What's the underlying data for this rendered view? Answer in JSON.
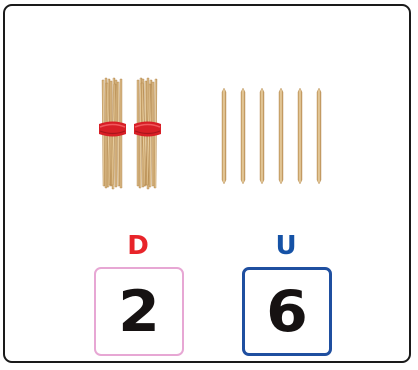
{
  "labels": {
    "tens": {
      "text": "D",
      "color": "#e8242a"
    },
    "units": {
      "text": "U",
      "color": "#1552a6"
    }
  },
  "boxes": {
    "tens": {
      "value": "2",
      "border_color": "#e7a7d4"
    },
    "units": {
      "value": "6",
      "border_color": "#1f4fa0"
    }
  },
  "objects": {
    "bundles_of_ten": 2,
    "loose_sticks": 6,
    "band_color": "#d81f26",
    "stick_color": "#d9b98a"
  }
}
